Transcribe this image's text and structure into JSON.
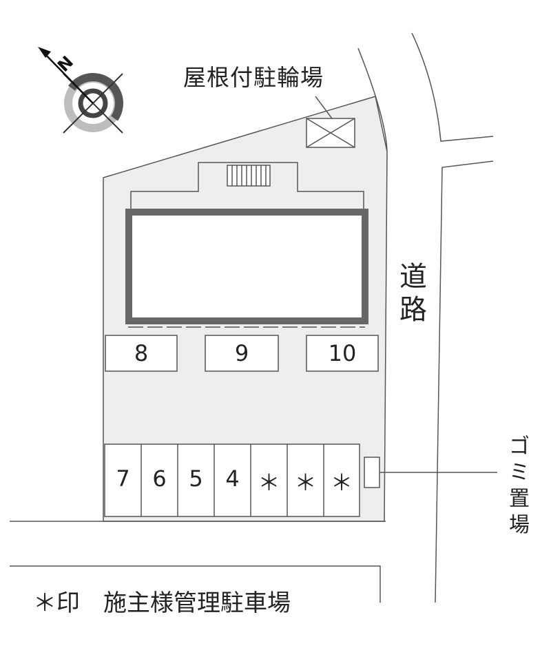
{
  "labels": {
    "covered_bicycle_parking": "屋根付駐輪場",
    "road": "道路",
    "garbage_area": "ゴミ置場",
    "legend_mark": "＊印",
    "legend_text": "施主様管理駐車場"
  },
  "compass": {
    "north_letter": "N",
    "icon": "compass-rose-icon"
  },
  "front_lots": [
    "8",
    "9",
    "10"
  ],
  "bottom_lots": [
    "7",
    "6",
    "5",
    "4",
    "＊",
    "＊",
    "＊"
  ],
  "colors": {
    "site_fill": "#eeeeee",
    "line": "#555555",
    "building_frame": "#666666"
  }
}
